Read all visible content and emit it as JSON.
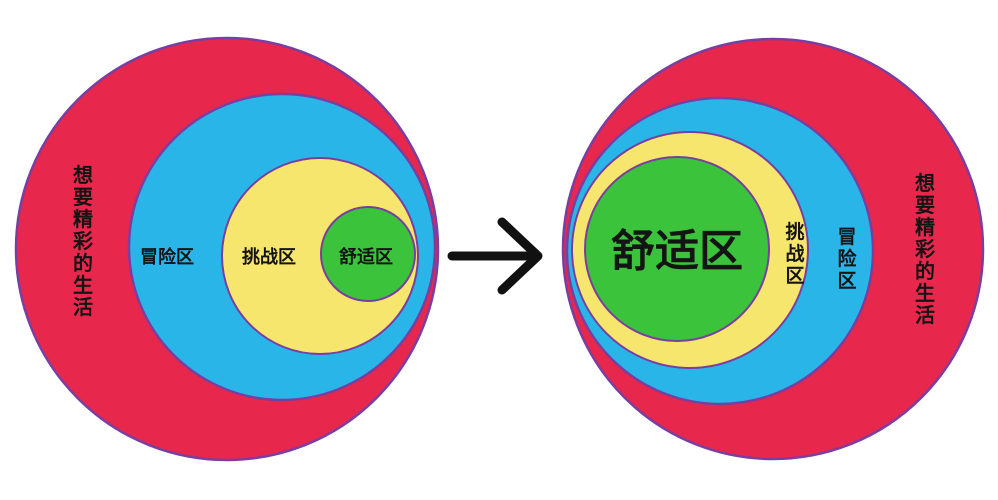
{
  "colors": {
    "life": "#e8274d",
    "adventure": "#29b5e8",
    "challenge": "#f7e66e",
    "comfort": "#3bc43b",
    "ring_stroke": "#7a3ea0",
    "arrow": "#111111"
  },
  "arrow_icon": "right-arrow-icon",
  "before": {
    "life_label": "想要精彩的生活",
    "adventure_label": "冒险区",
    "challenge_label": "挑战区",
    "comfort_label": "舒适区"
  },
  "after": {
    "life_label": "想要精彩的生活",
    "adventure_label": "冒险区",
    "challenge_label": "挑战区",
    "comfort_label": "舒适区"
  }
}
